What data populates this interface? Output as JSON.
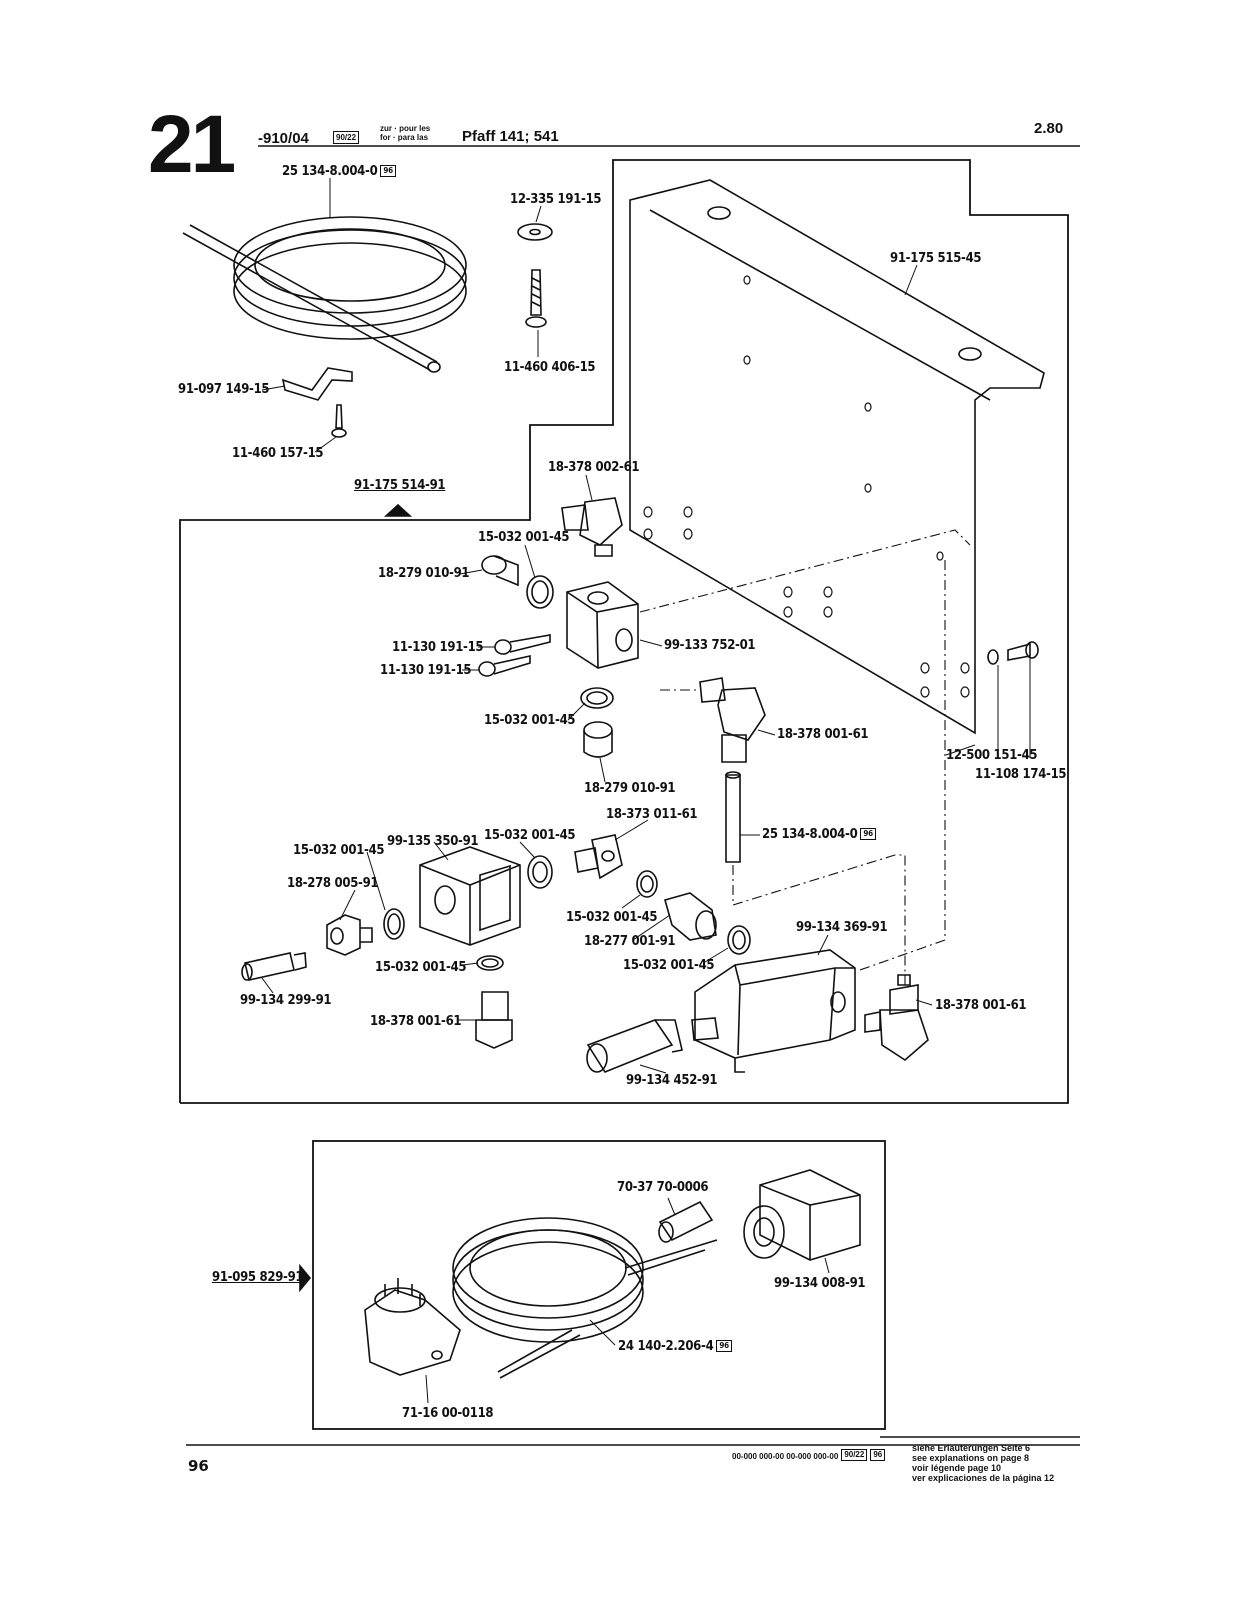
{
  "header": {
    "section_number": "21",
    "code": "-910/04",
    "code_box": "90/22",
    "for_line1": "zur · pour les",
    "for_line2": "for · para las",
    "model": "Pfaff 141; 541",
    "revision": "2.80"
  },
  "parts": {
    "tubing_coil": "25 134-8.004-0",
    "washer": "12-335 191-15",
    "bracket_plate": "91-175 515-45",
    "screw_long": "11-460 406-15",
    "clamp": "91-097 149-15",
    "screw_small": "11-460 157-15",
    "assembly_main": "91-175 514-91",
    "elbow_top": "18-378 002-61",
    "seal_a": "15-032 001-45",
    "plug_a": "18-279 010-91",
    "screw_a": "11-130 191-15",
    "screw_b": "11-130 191-15",
    "block": "99-133 752-01",
    "seal_b": "15-032 001-45",
    "elbow_mid": "18-378 001-61",
    "plug_b": "18-279 010-91",
    "washer_b": "12-500 151-45",
    "bolt_b": "11-108 174-15",
    "fitting_a": "18-373 011-61",
    "tube_short": "25 134-8.004-0",
    "seal_c": "15-032 001-45",
    "valve_body": "99-135 350-91",
    "seal_d": "15-032 001-45",
    "nut_a": "18-278 005-91",
    "seal_e": "15-032 001-45",
    "nipple": "18-277 001-91",
    "solenoid_valve": "99-134 369-91",
    "seal_f": "15-032 001-45",
    "seal_g": "15-032 001-45",
    "muffler_small": "99-134 299-91",
    "elbow_right": "18-378 001-61",
    "elbow_low": "18-378 001-61",
    "silencer": "99-134 452-91",
    "sleeve": "70-37 70-0006",
    "assembly_cable": "91-095 829-91",
    "coil": "99-134 008-91",
    "cable": "24 140-2.206-4",
    "plug_connector": "71-16 00-0118"
  },
  "badge": "96",
  "footer": {
    "page_number": "96",
    "codes": "00-000 000-00   00-000 000-00",
    "code_box": "90/22",
    "note_de": "siehe Erläuterungen Seite 6",
    "note_en": "see explanations on page 8",
    "note_fr": "voir légende page 10",
    "note_es": "ver explicaciones de la página 12"
  }
}
